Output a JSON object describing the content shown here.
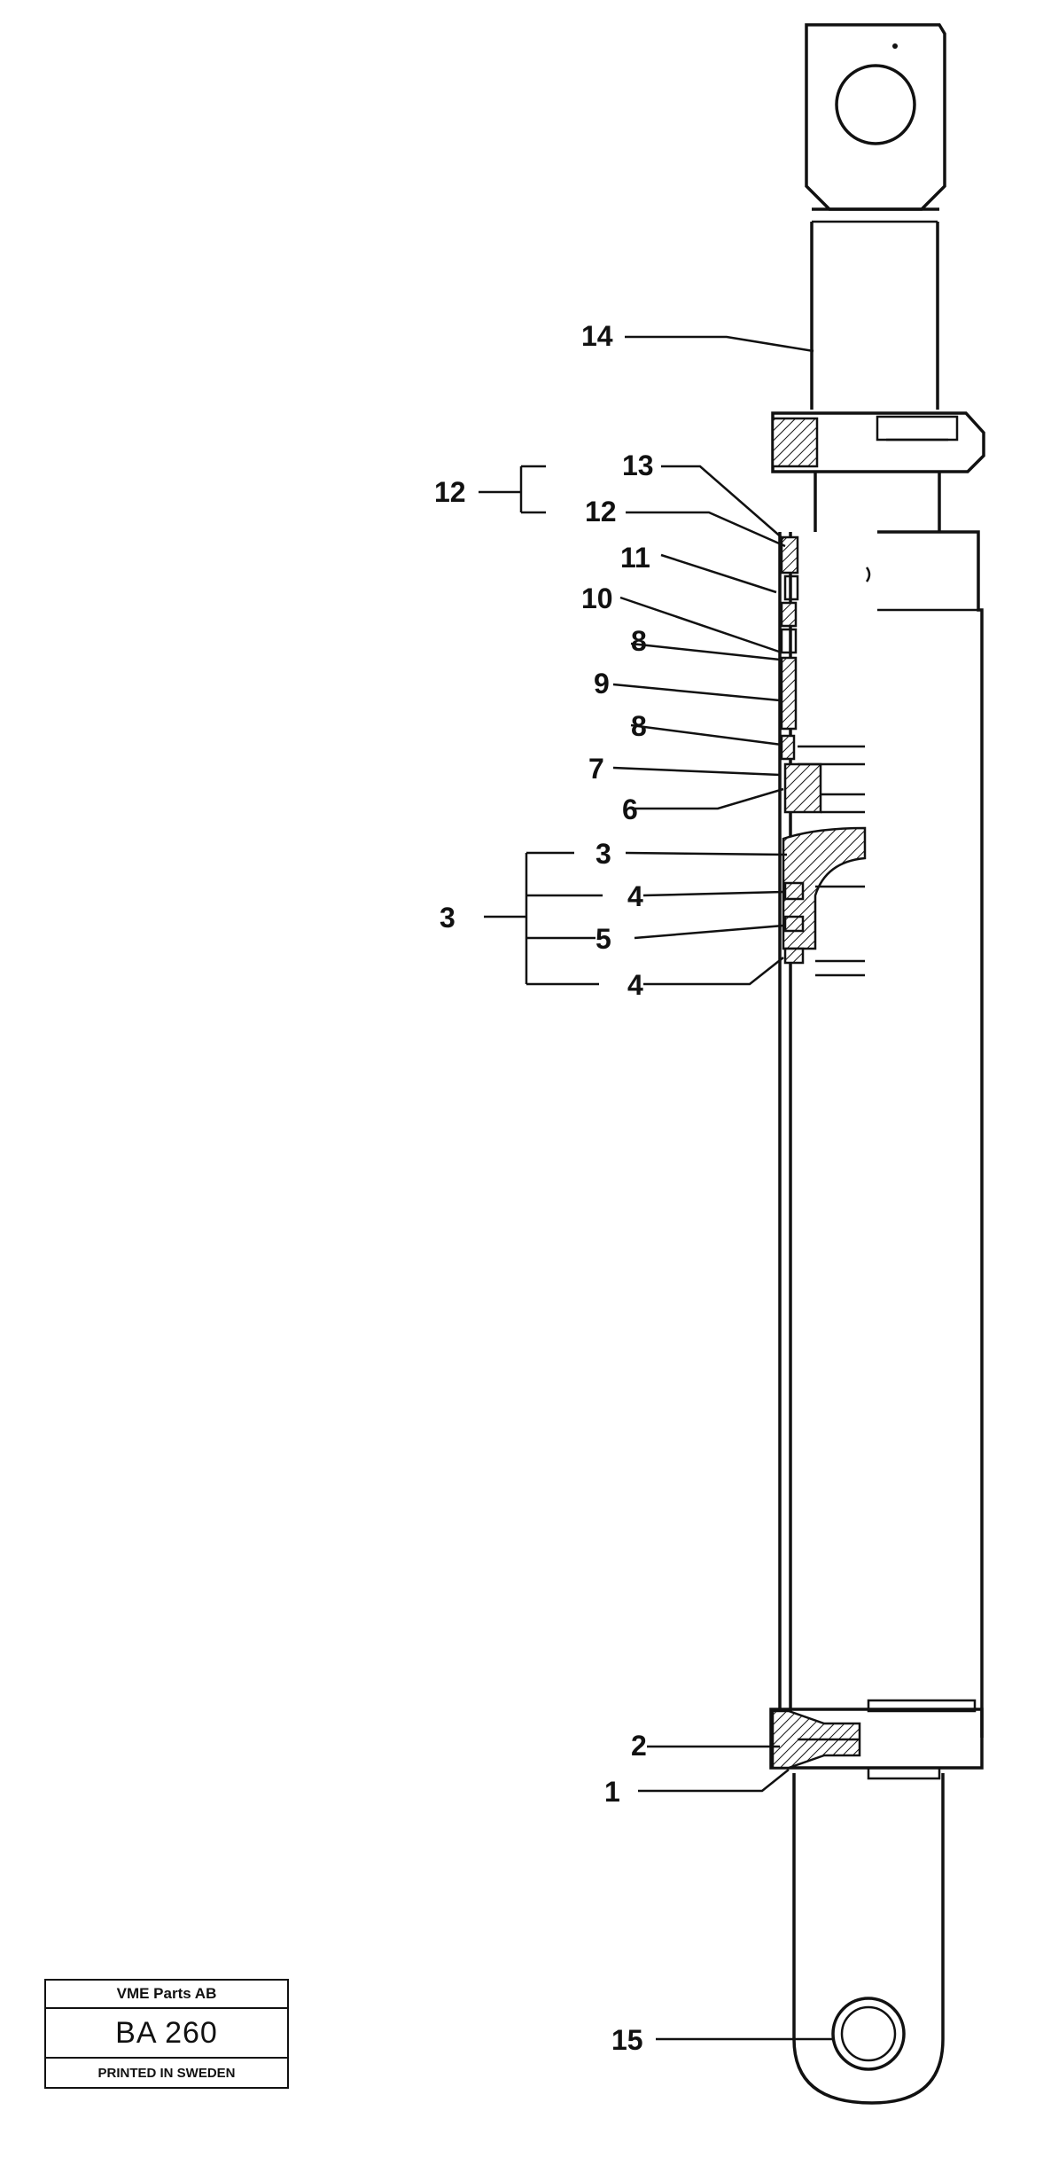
{
  "callouts": {
    "c14": "14",
    "c13": "13",
    "c12_group": "12",
    "c12": "12",
    "c11": "11",
    "c10": "10",
    "c8_upper": "8",
    "c9": "9",
    "c8_lower": "8",
    "c7": "7",
    "c6": "6",
    "c3_group": "3",
    "c3": "3",
    "c4_upper": "4",
    "c5": "5",
    "c4_lower": "4",
    "c2": "2",
    "c1": "1",
    "c15": "15"
  },
  "stamp": {
    "company": "VME Parts AB",
    "code": "BA 260",
    "footer": "PRINTED IN SWEDEN"
  }
}
